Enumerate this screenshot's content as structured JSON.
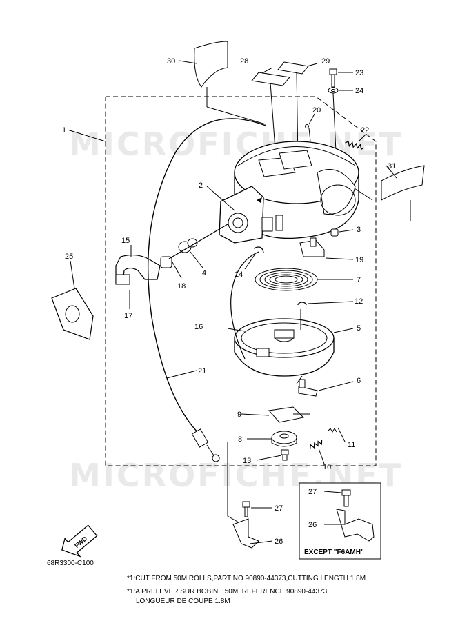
{
  "watermark": "MICROFICHE.NET",
  "drawing_code": "68R3300-C100",
  "fwd_label": "FWD",
  "inset_label": "EXCEPT \"F6AMH\"",
  "notes": [
    "*1:CUT FROM 50M ROLLS,PART NO.90890-44373,CUTTING LENGTH 1.8M",
    "*1:A PRELEVER SUR BOBINE 50M ,REFERENCE 90890-44373,",
    "LONGUEUR DE COUPE 1.8M"
  ],
  "callouts": {
    "c1": "1",
    "c2": "2",
    "c3": "3",
    "c4": "4",
    "c5": "5",
    "c6": "6",
    "c7": "7",
    "c8": "8",
    "c9": "9",
    "c10": "10",
    "c11": "11",
    "c12": "12",
    "c13": "13",
    "c14": "14",
    "c15": "15",
    "c16": "16",
    "c17": "17",
    "c18": "18",
    "c19": "19",
    "c20": "20",
    "c21": "21",
    "c22": "22",
    "c23": "23",
    "c24": "24",
    "c25": "25",
    "c26": "26",
    "c27": "27",
    "c28": "28",
    "c29": "29",
    "c30": "30",
    "c31": "31",
    "c26b": "26",
    "c27b": "27"
  }
}
